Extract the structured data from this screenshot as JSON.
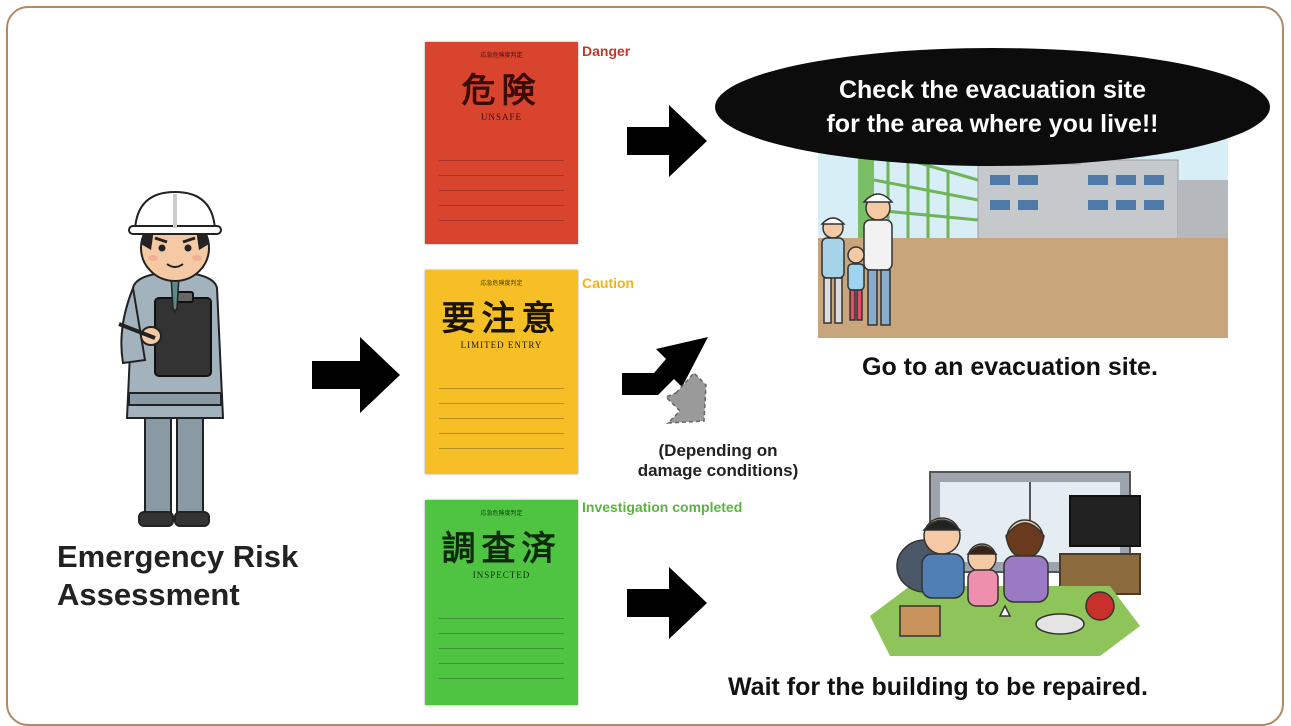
{
  "assessment": {
    "line1": "Emergency Risk",
    "line2": "Assessment"
  },
  "tags": {
    "danger": {
      "label": "Danger",
      "color": "#c0392b",
      "fill": "#d9442f",
      "kanji": "危険",
      "sub": "UNSAFE",
      "heading": "応急危険度判定"
    },
    "caution": {
      "label": "Caution",
      "color": "#f2b21b",
      "fill": "#f6bf25",
      "kanji": "要注意",
      "sub": "LIMITED ENTRY",
      "heading": "応急危険度判定"
    },
    "inspected": {
      "label": "Investigation completed",
      "color": "#5cb342",
      "fill": "#4fc443",
      "kanji": "調査済",
      "sub": "INSPECTED",
      "heading": "応急危険度判定"
    }
  },
  "bubble": {
    "line1": "Check the evacuation site",
    "line2": "for the area where you live!!"
  },
  "outcomes": {
    "evacuate": "Go to an evacuation site.",
    "wait": "Wait for the building to be repaired."
  },
  "note": {
    "line1": "(Depending on",
    "line2": "damage conditions)"
  },
  "colors": {
    "frame": "#b08a62",
    "arrow": "#000000",
    "dashed_arrow": "#999999"
  }
}
